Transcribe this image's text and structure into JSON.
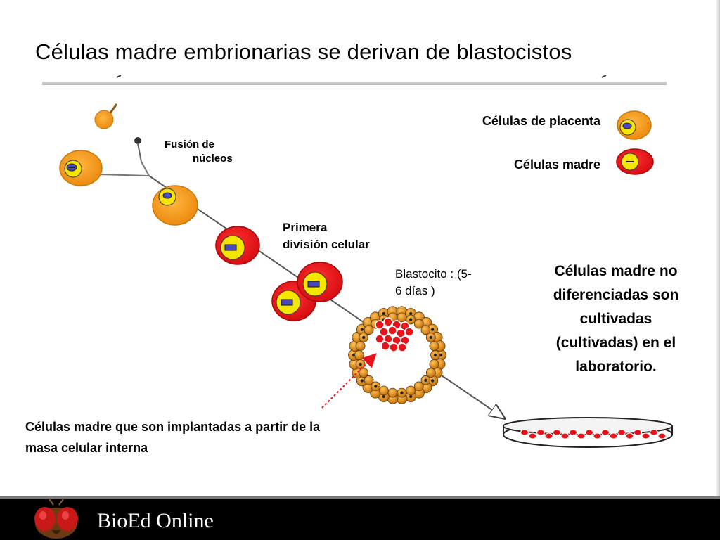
{
  "slide": {
    "title": "Células madre embrionarias se derivan de blastocistos"
  },
  "labels": {
    "fusion_line1": "Fusión de",
    "fusion_line2": "núcleos",
    "division_line1": "Primera",
    "division_line2": "división celular",
    "blasto_line1": "Blastocito : (5-",
    "blasto_line2": "6 días )"
  },
  "legend": {
    "items": [
      {
        "label": "Células de placenta",
        "color": "#f39a1e"
      },
      {
        "label": "Células madre",
        "color": "#e8121a"
      }
    ]
  },
  "side_note": {
    "lines": [
      "Células madre no",
      "diferenciadas son",
      "cultivadas",
      "(cultivadas) en el",
      "laboratorio."
    ]
  },
  "caption": {
    "line1": "Células madre que son implantadas a partir de la",
    "line2": "masa celular interna"
  },
  "footer": {
    "brand": "BioEd Online"
  },
  "colors": {
    "placenta_orange": "#f39a1e",
    "stem_red": "#e8121a",
    "nucleus_yellow": "#f5e600",
    "footer_bg": "#000000"
  },
  "icons": {
    "logo": "fly-head-logo"
  }
}
